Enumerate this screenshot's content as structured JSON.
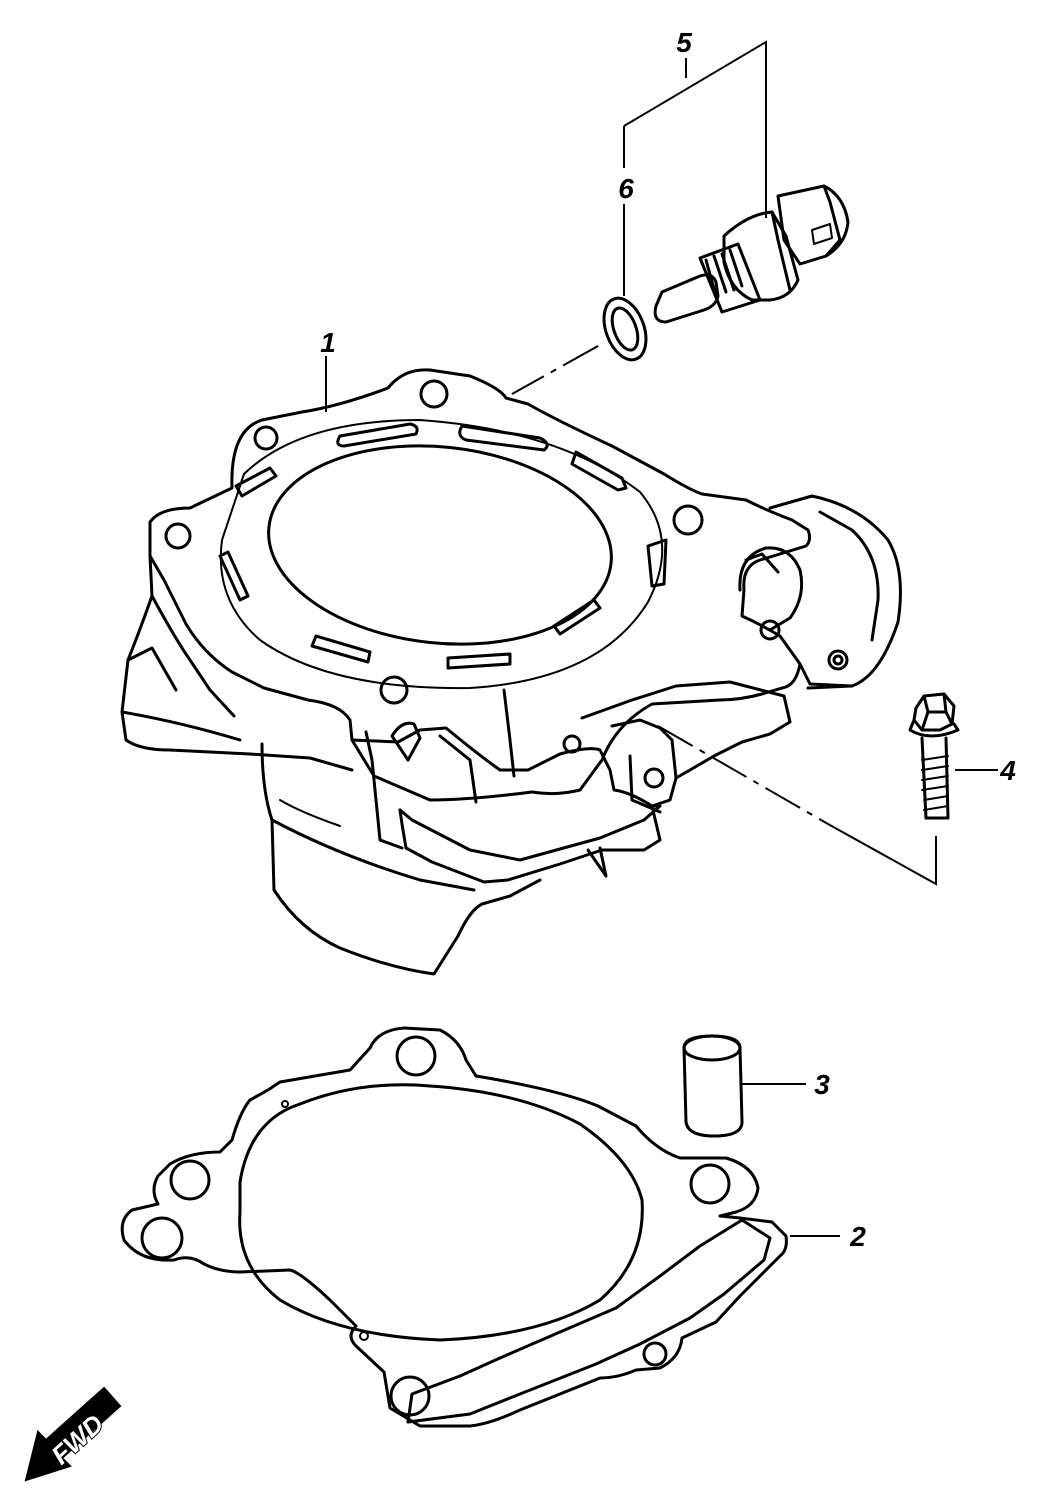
{
  "callouts": [
    {
      "id": "1",
      "label": "1"
    },
    {
      "id": "2",
      "label": "2"
    },
    {
      "id": "3",
      "label": "3"
    },
    {
      "id": "4",
      "label": "4"
    },
    {
      "id": "5",
      "label": "5"
    },
    {
      "id": "6",
      "label": "6"
    }
  ],
  "direction_indicator": {
    "label": "FWD",
    "icon": "forward-arrow-icon"
  },
  "colors": {
    "line": "#000000",
    "background": "#ffffff"
  }
}
